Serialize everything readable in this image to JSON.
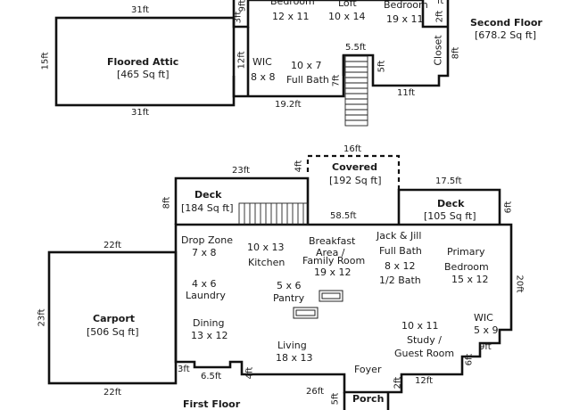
{
  "second_floor": {
    "title": "Second Floor",
    "sqft": "[678.2 Sq ft]",
    "floored_attic": {
      "name": "Floored Attic",
      "sqft": "[465 Sq ft]"
    },
    "rooms": {
      "bedroom_left": {
        "name": "Bedroom"
      },
      "loft": {
        "name": "Loft",
        "size": "10 x 14"
      },
      "bedroom_right": {
        "name": "Bedroom",
        "size": "19 x 11"
      },
      "wic": {
        "name": "WIC",
        "size": "8 x 8"
      },
      "full_bath": {
        "size": "10 x 7",
        "name": "Full Bath"
      },
      "closet": {
        "name": "Closet"
      }
    },
    "bedroom_left_size": "12 x 11",
    "dims": {
      "attic_top": "31ft",
      "attic_left": "15ft",
      "attic_bottom": "31ft",
      "top_left_9": "9ft",
      "left_3": "3ft",
      "wic_12": "12ft",
      "bottom_19": "19.2ft",
      "stair_5_5": "5.5ft",
      "stair_7": "7ft",
      "right_5": "5ft",
      "bottom_11": "11ft",
      "right_8": "8ft",
      "right_2": "2ft",
      "top_right_ft": "ft"
    }
  },
  "first_floor": {
    "title": "First Floor",
    "covered": {
      "name": "Covered",
      "sqft": "[192 Sq ft]"
    },
    "deck_left": {
      "name": "Deck",
      "sqft": "[184 Sq ft]"
    },
    "deck_right": {
      "name": "Deck",
      "sqft": "[105 Sq ft]"
    },
    "carport": {
      "name": "Carport",
      "sqft": "[506 Sq ft]"
    },
    "porch": {
      "name": "Porch"
    },
    "rooms": {
      "drop_zone": {
        "name": "Drop Zone",
        "size": "7 x 8"
      },
      "kitchen": {
        "size": "10 x 13",
        "name": "Kitchen"
      },
      "breakfast": {
        "line1": "Breakfast",
        "line2": "Area /",
        "line3": "Family Room",
        "size": "19 x 12"
      },
      "jack_jill": {
        "line1": "Jack & Jill",
        "line2": "Full Bath",
        "size": "8 x 12",
        "line3": "1/2 Bath"
      },
      "primary": {
        "line1": "Primary",
        "line2": "Bedroom",
        "size": "15 x 12"
      },
      "laundry": {
        "size": "4 x 6",
        "name": "Laundry"
      },
      "pantry": {
        "size": "5 x 6",
        "name": "Pantry"
      },
      "dining": {
        "name": "Dining",
        "size": "13 x 12"
      },
      "living": {
        "name": "Living",
        "size": "18 x 13"
      },
      "study": {
        "size": "10 x 11",
        "line1": "Study /",
        "line2": "Guest Room"
      },
      "wic": {
        "name": "WIC",
        "size": "5 x 9"
      },
      "foyer": {
        "name": "Foyer"
      }
    },
    "dims": {
      "covered_top": "16ft",
      "covered_left": "4ft",
      "deck_top": "23ft",
      "deck_left": "8ft",
      "deck_r_top": "17.5ft",
      "deck_r_side": "6ft",
      "house_top": "58.5ft",
      "house_right": "20ft",
      "carport_top": "22ft",
      "carport_left": "23ft",
      "carport_bottom": "22ft",
      "notch_3": "3ft",
      "notch_6_5": "6.5ft",
      "notch_4": "4ft",
      "bottom_26": "26ft",
      "porch_5": "5ft",
      "porch_2": "2ft",
      "bottom_12": "12ft",
      "step_6": "6ft",
      "step_9": "9ft"
    }
  }
}
